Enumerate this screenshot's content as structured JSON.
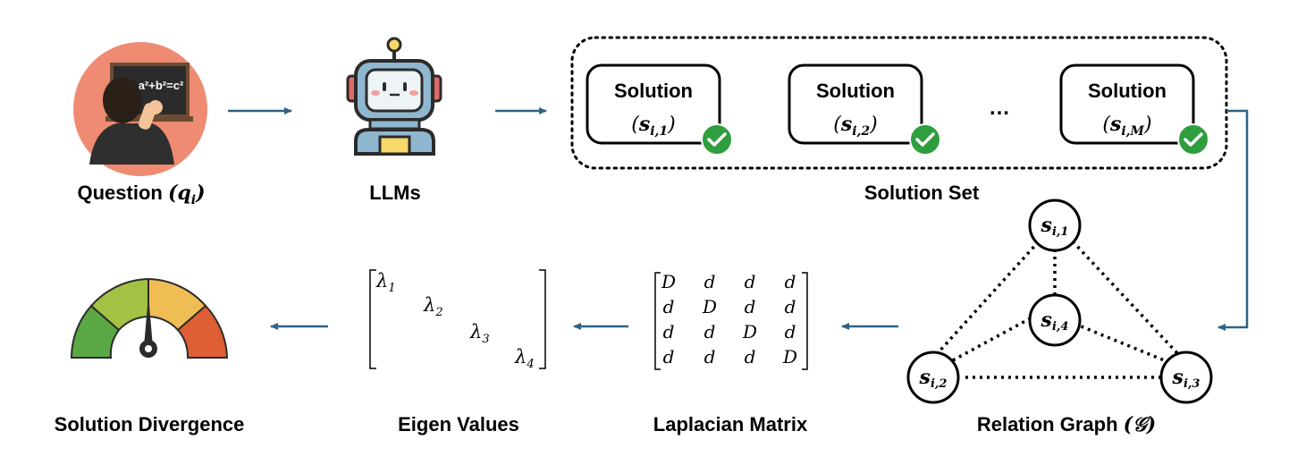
{
  "labels": {
    "question": "Question",
    "question_var": "q",
    "question_sub": "i",
    "llms": "LLMs",
    "solution_set": "Solution Set",
    "relation_graph": "Relation Graph",
    "relation_graph_var": "𝒢",
    "laplacian": "Laplacian Matrix",
    "eigen": "Eigen Values",
    "divergence": "Solution Divergence"
  },
  "board_formula": "a²+b²=c²",
  "solutions": [
    {
      "title": "Solution",
      "var": "s",
      "sub": "i,1"
    },
    {
      "title": "Solution",
      "var": "s",
      "sub": "i,2"
    },
    {
      "title": "Solution",
      "var": "s",
      "sub": "i,M"
    }
  ],
  "ellipsis": "…",
  "graph_nodes": [
    {
      "var": "s",
      "sub": "i,1"
    },
    {
      "var": "s",
      "sub": "i,4"
    },
    {
      "var": "s",
      "sub": "i,2"
    },
    {
      "var": "s",
      "sub": "i,3"
    }
  ],
  "laplacian_rows": [
    [
      "D",
      "d",
      "d",
      "d"
    ],
    [
      "d",
      "D",
      "d",
      "d"
    ],
    [
      "d",
      "d",
      "D",
      "d"
    ],
    [
      "d",
      "d",
      "d",
      "D"
    ]
  ],
  "eigen_values": [
    {
      "sym": "λ",
      "sub": "1"
    },
    {
      "sym": "λ",
      "sub": "2"
    },
    {
      "sym": "λ",
      "sub": "3"
    },
    {
      "sym": "λ",
      "sub": "4"
    }
  ],
  "colors": {
    "arrow": "#2e6385",
    "check": "#2e9e3e",
    "gauge": [
      "#5aa845",
      "#a3c244",
      "#efbd53",
      "#de5f34"
    ],
    "question_bg": "#ee8b72"
  }
}
